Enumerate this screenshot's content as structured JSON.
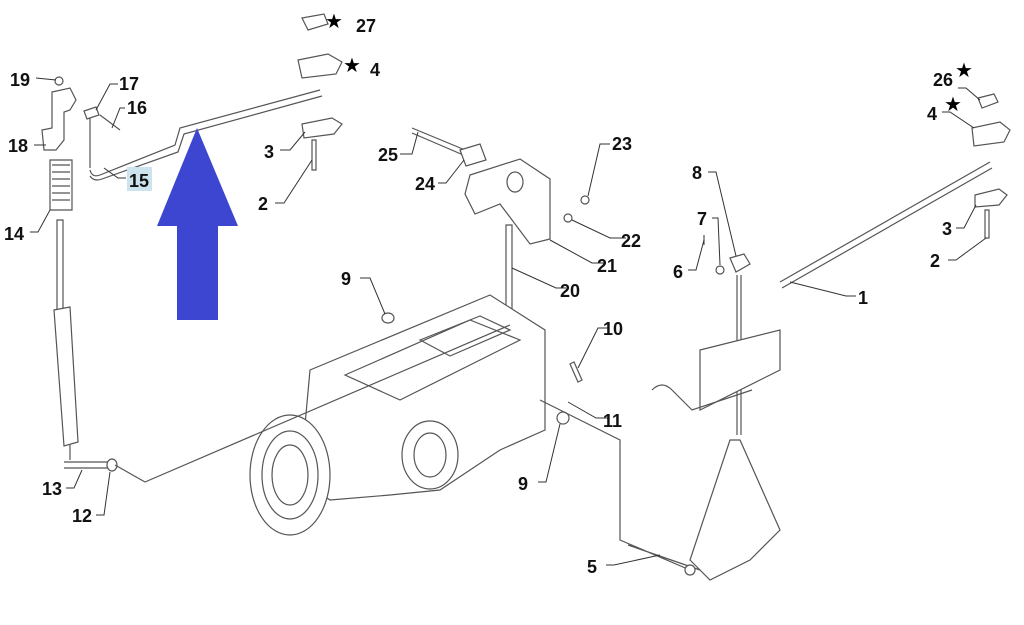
{
  "diagram": {
    "title": "Exploded parts view - lift linkage and housing",
    "highlighted_callout": "15",
    "arrow_color": "#3c46d0",
    "highlight_color": "#cde3ee",
    "callouts": {
      "c19": "19",
      "c17": "17",
      "c16": "16",
      "c18": "18",
      "c15": "15",
      "c14": "14",
      "c13": "13",
      "c12": "12",
      "c27": "27",
      "c4a": "4",
      "c3a": "3",
      "c2a": "2",
      "c25": "25",
      "c24": "24",
      "c23": "23",
      "c22": "22",
      "c21": "21",
      "c20": "20",
      "c9a": "9",
      "c10": "10",
      "c11": "11",
      "c9b": "9",
      "c5": "5",
      "c8": "8",
      "c7": "7",
      "c6": "6",
      "c1": "1",
      "c26": "26",
      "c4b": "4",
      "c3b": "3",
      "c2b": "2"
    },
    "star_symbol": "★"
  }
}
